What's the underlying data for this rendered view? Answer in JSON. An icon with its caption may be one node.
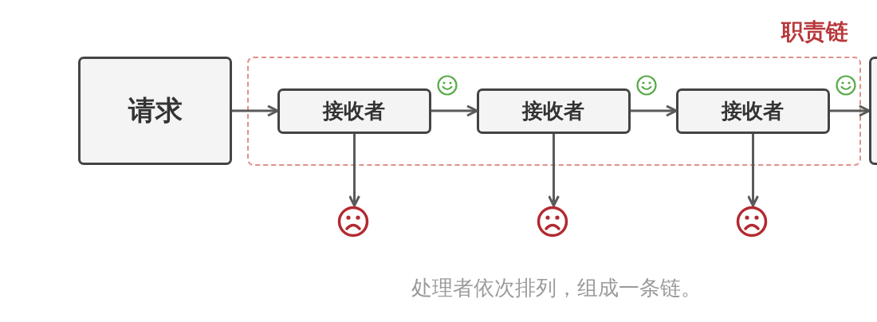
{
  "diagram": {
    "caption": "处理者依次排列，组成一条链。",
    "nodes": [
      {
        "text": [
          "请求"
        ]
      },
      {
        "text": [
          "职责链"
        ]
      },
      {
        "text": [
          "接收者"
        ],
        "in": 1
      },
      {
        "text": [
          "接收者"
        ],
        "in": 1
      },
      {
        "text": [
          "接收者"
        ],
        "in": 1
      },
      {
        "text": [],
        "shape": "face"
      },
      {
        "text": [],
        "shape": "face"
      },
      {
        "text": [],
        "shape": "face"
      },
      {
        "text": [],
        "shape": "box"
      }
    ],
    "edges": [
      {
        "from": 0,
        "to": 2,
        "arrow": "to"
      },
      {
        "from": 2,
        "to": 3,
        "arrow": "to"
      },
      {
        "from": 3,
        "to": 4,
        "arrow": "to"
      },
      {
        "from": 4,
        "to": 8,
        "arrow": "to"
      },
      {
        "from": 2,
        "to": 5,
        "arrow": "to"
      },
      {
        "from": 3,
        "to": 6,
        "arrow": "to"
      },
      {
        "from": 4,
        "to": 7,
        "arrow": "to"
      }
    ]
  }
}
